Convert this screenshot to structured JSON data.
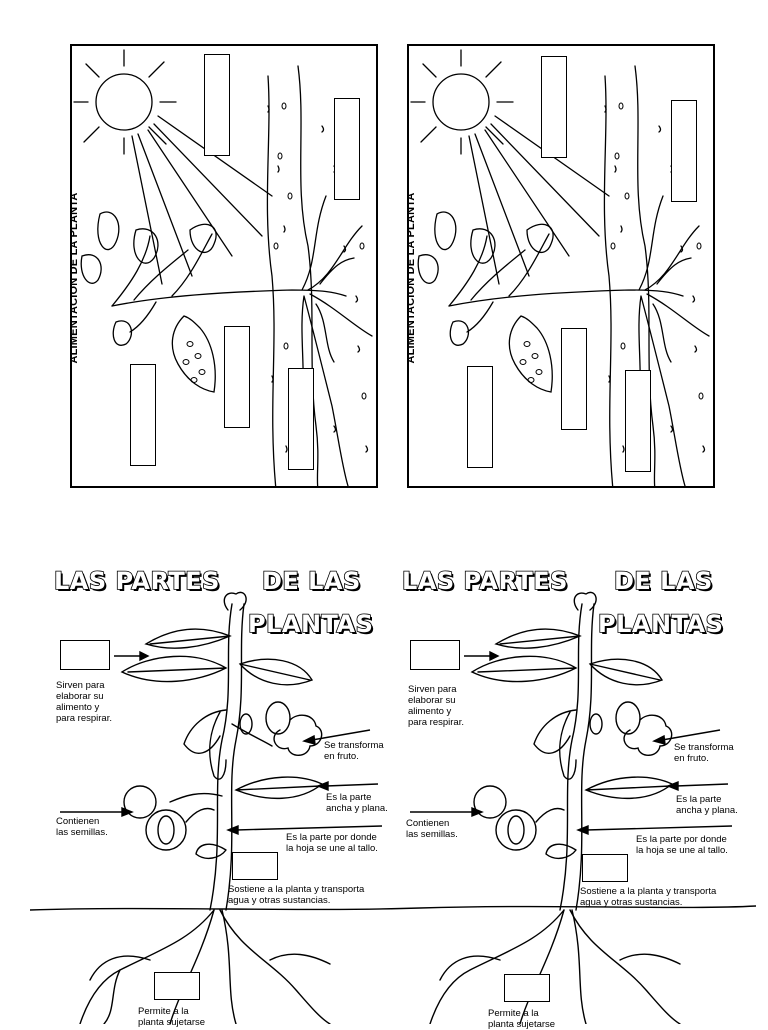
{
  "top_worksheet": {
    "vertical_title": "ALIMENTACIÓN DE LA PLANTA"
  },
  "bottom_worksheet": {
    "title_line1_a": "LAS PARTES",
    "title_line1_b": "DE LAS",
    "title_line2": "PLANTAS",
    "notes": {
      "leaves": "Sirven para\nelaborar su\nalimento y\npara respirar.",
      "flower": "Se transforma\nen fruto.",
      "leaf_blade": "Es la parte\nancha y plana.",
      "fruit": "Contienen\nlas semillas.",
      "petiole": "Es la parte por donde\nla hoja se une al tallo.",
      "stem": "Sostiene a la planta y transporta\nagua y otras sustancias.",
      "roots": "Permite a la\nplanta sujetarse"
    }
  }
}
